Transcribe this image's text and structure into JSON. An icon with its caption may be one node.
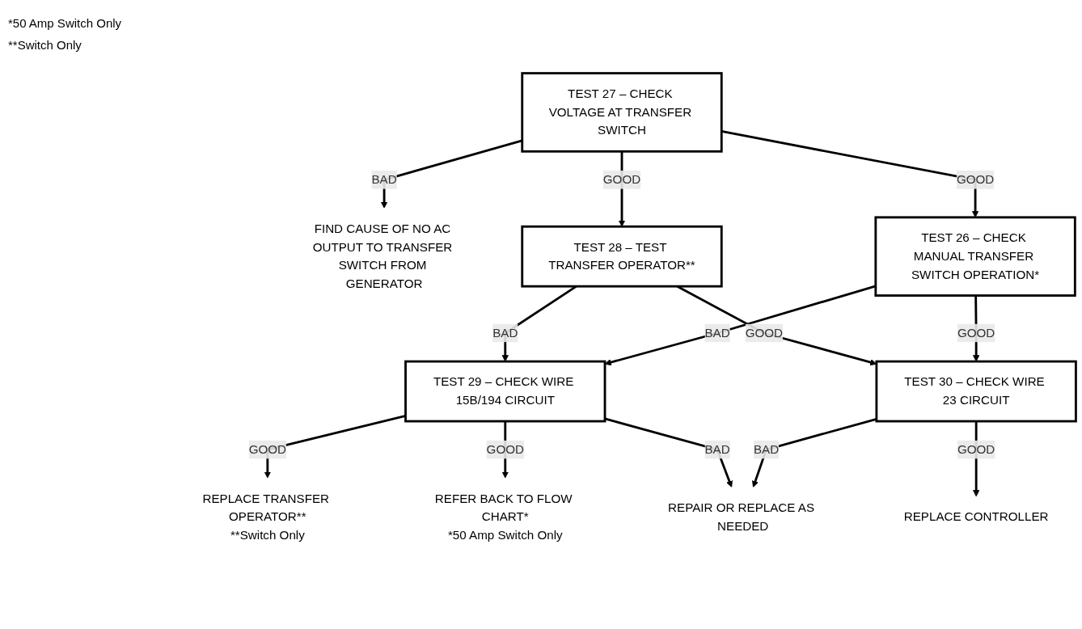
{
  "diagram": {
    "nodes": [
      {
        "text": [
          "TEST 27 – CHECK VOLTAGE AT TRANSFER SWITCH"
        ]
      },
      {
        "text": [
          "FIND CAUSE OF NO AC OUTPUT TO TRANSFER SWITCH FROM GENERATOR"
        ]
      },
      {
        "text": [
          "TEST 28 – TEST TRANSFER OPERATOR**"
        ]
      },
      {
        "text": [
          "TEST 29 – CHECK WIRE 15B/194 CIRCUIT"
        ]
      },
      {
        "text": [
          "REPLACE TRANSFER OPERATOR**"
        ],
        "beside": [
          "**Switch Only"
        ]
      },
      {
        "text": [
          "TEST 26 – CHECK MANUAL TRANSFER SWITCH OPERATION*"
        ]
      },
      {
        "text": [
          "REFER BACK TO FLOW CHART*"
        ],
        "beside": [
          "*50 Amp Switch Only"
        ]
      },
      {
        "text": [
          "TEST 30 – CHECK WIRE 23 CIRCUIT"
        ]
      },
      {
        "text": [
          "REPAIR OR REPLACE AS NEEDED"
        ]
      },
      {
        "text": [
          "REPLACE CONTROLLER"
        ]
      }
    ],
    "edges": [
      {
        "from": 0,
        "to": 1,
        "arrow": "to",
        "label": "BAD"
      },
      {
        "from": 0,
        "to": 5,
        "arrow": "to",
        "label": "GOOD"
      },
      {
        "from": 0,
        "to": 2,
        "arrow": "to",
        "label": "GOOD"
      },
      {
        "from": 2,
        "to": 3,
        "arrow": "to",
        "label": "BAD"
      },
      {
        "from": 3,
        "to": 4,
        "arrow": "to",
        "label": "GOOD"
      },
      {
        "from": 3,
        "to": 6,
        "arrow": "to",
        "label": "GOOD"
      },
      {
        "from": 2,
        "to": 7,
        "arrow": "to",
        "label": "GOOD"
      },
      {
        "from": 5,
        "to": 3,
        "arrow": "to",
        "label": "BAD"
      },
      {
        "from": 3,
        "to": 8,
        "arrow": "to",
        "label": "BAD"
      },
      {
        "from": 5,
        "to": 7,
        "arrow": "to",
        "label": "GOOD"
      },
      {
        "from": 7,
        "to": 8,
        "arrow": "to",
        "label": "BAD"
      },
      {
        "from": 7,
        "to": 9,
        "arrow": "to",
        "label": "GOOD"
      }
    ],
    "labels": [
      "*50 Amp Switch Only",
      "**Switch Only"
    ]
  }
}
